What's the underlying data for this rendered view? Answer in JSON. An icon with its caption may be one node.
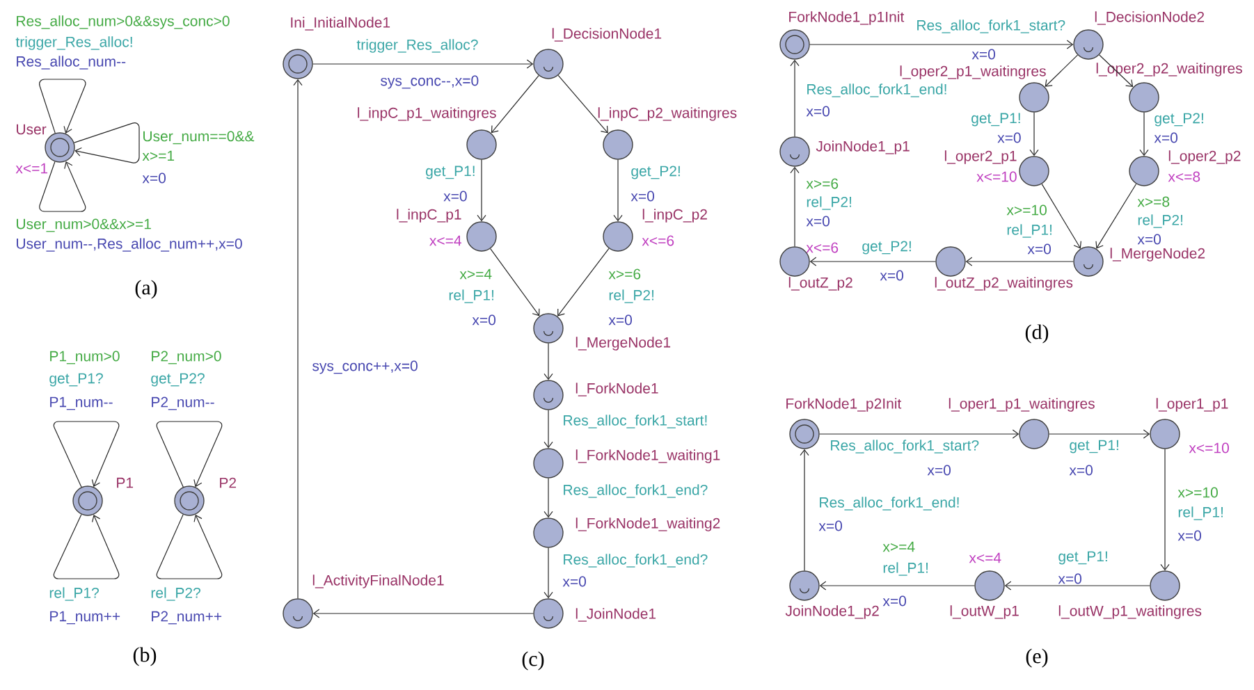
{
  "diagram": {
    "nodes": [
      {
        "text": [
          "User"
        ],
        "beside": [
          "x<=1"
        ]
      },
      {
        "text": [
          "P1"
        ]
      },
      {
        "text": [
          "P2"
        ]
      },
      {
        "text": [
          "Ini_InitialNode1"
        ]
      },
      {
        "text": [
          "l_DecisionNode1"
        ]
      },
      {
        "text": [
          "l_inpC_p1_waitingres"
        ]
      },
      {
        "text": [
          "l_inpC_p2_waitingres"
        ]
      },
      {
        "text": [
          "l_inpC_p1"
        ],
        "beside": [
          "x<=4"
        ]
      },
      {
        "text": [
          "l_inpC_p2"
        ],
        "beside": [
          "x<=6"
        ]
      },
      {
        "text": [
          "l_MergeNode1"
        ]
      },
      {
        "text": [
          "l_ForkNode1"
        ]
      },
      {
        "text": [
          "l_ForkNode1_waiting1"
        ]
      },
      {
        "text": [
          "l_ForkNode1_waiting2"
        ]
      },
      {
        "text": [
          "l_JoinNode1"
        ]
      },
      {
        "text": [
          "l_ActivityFinalNode1"
        ]
      },
      {
        "text": [
          "ForkNode1_p1Init"
        ]
      },
      {
        "text": [
          "l_DecisionNode2"
        ]
      },
      {
        "text": [
          "l_oper2_p1_waitingres"
        ]
      },
      {
        "text": [
          "l_oper2_p2_waitingres"
        ]
      },
      {
        "text": [
          "l_oper2_p1"
        ],
        "beside": [
          "x<=10"
        ]
      },
      {
        "text": [
          "l_oper2_p2"
        ],
        "beside": [
          "x<=8"
        ]
      },
      {
        "text": [
          "l_MergeNode2"
        ]
      },
      {
        "text": [
          "l_outZ_p2_waitingres"
        ]
      },
      {
        "text": [
          "l_outZ_p2"
        ],
        "beside": [
          "x<=6"
        ]
      },
      {
        "text": [
          "JoinNode1_p1"
        ]
      },
      {
        "text": [
          "ForkNode1_p2Init"
        ]
      },
      {
        "text": [
          "l_oper1_p1_waitingres"
        ]
      },
      {
        "text": [
          "l_oper1_p1"
        ],
        "beside": [
          "x<=10"
        ]
      },
      {
        "text": [
          "l_outW_p1_waitingres"
        ]
      },
      {
        "text": [
          "l_outW_p1"
        ],
        "beside": [
          "x<=4"
        ]
      },
      {
        "text": [
          "JoinNode1_p2"
        ]
      }
    ],
    "edges": [
      {
        "from": 0,
        "to": 0,
        "arrow": "to"
      },
      {
        "from": 0,
        "to": 0,
        "arrow": "to"
      },
      {
        "from": 0,
        "to": 0,
        "arrow": "to"
      },
      {
        "from": 1,
        "to": 1,
        "arrow": "to"
      },
      {
        "from": 1,
        "to": 1,
        "arrow": "to"
      },
      {
        "from": 2,
        "to": 2,
        "arrow": "to"
      },
      {
        "from": 2,
        "to": 2,
        "arrow": "to"
      },
      {
        "from": 3,
        "to": 4,
        "arrow": "to"
      },
      {
        "from": 4,
        "to": 5,
        "arrow": "to"
      },
      {
        "from": 4,
        "to": 6,
        "arrow": "to"
      },
      {
        "from": 5,
        "to": 7,
        "arrow": "to"
      },
      {
        "from": 6,
        "to": 8,
        "arrow": "to"
      },
      {
        "from": 7,
        "to": 9,
        "arrow": "to"
      },
      {
        "from": 8,
        "to": 9,
        "arrow": "to"
      },
      {
        "from": 9,
        "to": 10,
        "arrow": "to"
      },
      {
        "from": 10,
        "to": 11,
        "arrow": "to"
      },
      {
        "from": 11,
        "to": 12,
        "arrow": "to"
      },
      {
        "from": 12,
        "to": 13,
        "arrow": "to"
      },
      {
        "from": 13,
        "to": 14,
        "arrow": "to"
      },
      {
        "from": 14,
        "to": 3,
        "arrow": "to"
      },
      {
        "from": 15,
        "to": 16,
        "arrow": "to"
      },
      {
        "from": 16,
        "to": 17,
        "arrow": "to"
      },
      {
        "from": 16,
        "to": 18,
        "arrow": "to"
      },
      {
        "from": 17,
        "to": 19,
        "arrow": "to"
      },
      {
        "from": 18,
        "to": 20,
        "arrow": "to"
      },
      {
        "from": 19,
        "to": 21,
        "arrow": "to"
      },
      {
        "from": 20,
        "to": 21,
        "arrow": "to"
      },
      {
        "from": 21,
        "to": 22,
        "arrow": "to"
      },
      {
        "from": 22,
        "to": 23,
        "arrow": "to"
      },
      {
        "from": 23,
        "to": 24,
        "arrow": "to"
      },
      {
        "from": 24,
        "to": 15,
        "arrow": "to"
      },
      {
        "from": 25,
        "to": 26,
        "arrow": "to"
      },
      {
        "from": 26,
        "to": 27,
        "arrow": "to"
      },
      {
        "from": 27,
        "to": 28,
        "arrow": "to"
      },
      {
        "from": 28,
        "to": 29,
        "arrow": "to"
      },
      {
        "from": 29,
        "to": 30,
        "arrow": "to"
      },
      {
        "from": 30,
        "to": 25,
        "arrow": "to"
      }
    ],
    "labels": [
      "Res_alloc_num>0&&sys_conc>0",
      "trigger_Res_alloc!",
      "Res_alloc_num--",
      "User_num==0&& x>=1",
      "x=0",
      "User_num>0&&x>=1",
      "User_num--,Res_alloc_num++,x=0",
      "(a)",
      "P1_num>0",
      "P2_num>0",
      "get_P1?",
      "get_P2?",
      "P1_num--",
      "P2_num--",
      "rel_P1?",
      "rel_P2?",
      "P1_num++",
      "P2_num++",
      "(b)",
      "trigger_Res_alloc?",
      "sys_conc--,x=0",
      "get_P1!",
      "get_P2!",
      "x=0",
      "x=0",
      "x>=4",
      "x>=6",
      "rel_P1!",
      "rel_P2!",
      "x=0",
      "x=0",
      "sys_conc++,x=0",
      "Res_alloc_fork1_start!",
      "Res_alloc_fork1_end?",
      "Res_alloc_fork1_end?",
      "x=0",
      "(c)",
      "Res_alloc_fork1_start?",
      "x=0",
      "Res_alloc_fork1_end!",
      "x=0",
      "get_P1!",
      "get_P2!",
      "x=0",
      "x=0",
      "x>=6",
      "rel_P2!",
      "x=0",
      "x>=8",
      "x>=10",
      "rel_P2!",
      "rel_P1!",
      "x=0",
      "get_P2!",
      "x=0",
      "x=0",
      "(d)",
      "Res_alloc_fork1_start?",
      "get_P1!",
      "x=0",
      "x=0",
      "x>=10",
      "Res_alloc_fork1_end!",
      "rel_P1!",
      "x=0",
      "x=0",
      "x>=4",
      "get_P1!",
      "rel_P1!",
      "x=0",
      "x=0",
      "(e)"
    ]
  }
}
